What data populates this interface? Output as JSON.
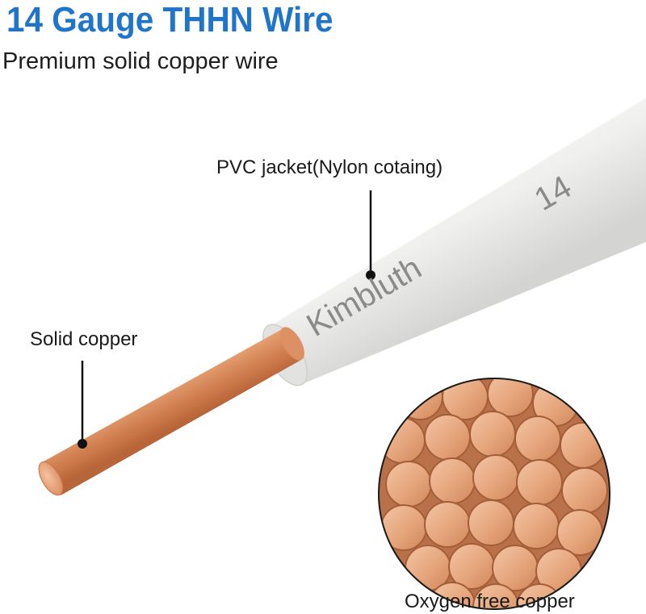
{
  "title": "14 Gauge THHN Wire",
  "subtitle": "Premium solid copper wire",
  "labels": {
    "jacket": "PVC jacket(Nylon cotaing)",
    "solid_copper": "Solid copper",
    "oxygen_free": "Oxygen free copper"
  },
  "wire_print": {
    "brand": "Kimbluth",
    "gauge": "14"
  },
  "colors": {
    "title": "#1f75c9",
    "jacket": "#ececea",
    "print": "#8a8a8a",
    "copper": "#e59a6c"
  }
}
